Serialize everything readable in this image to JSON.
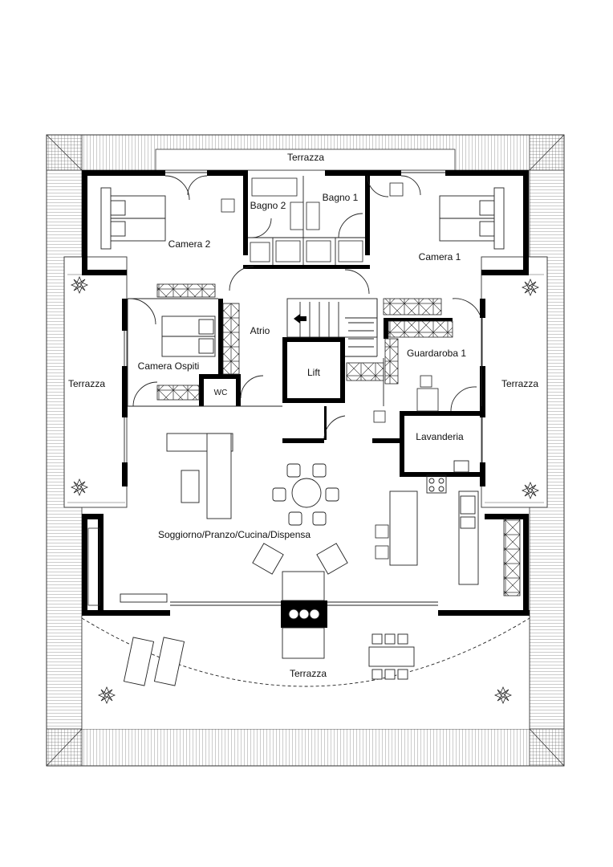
{
  "rooms": {
    "terrazza_top": "Terrazza",
    "bagno_2": "Bagno 2",
    "bagno_1": "Bagno 1",
    "camera_2": "Camera 2",
    "camera_1": "Camera 1",
    "atrio": "Atrio",
    "guardaroba_1": "Guardaroba 1",
    "terrazza_left": "Terrazza",
    "terrazza_right": "Terrazza",
    "camera_ospiti": "Camera Ospiti",
    "lift": "Lift",
    "wc": "WC",
    "lavanderia": "Lavanderia",
    "soggiorno": "Soggiorno/Pranzo/Cucina/Dispensa",
    "terrazza_bottom": "Terrazza"
  },
  "colors": {
    "wall": "#000000",
    "line": "#222222",
    "background": "#ffffff"
  }
}
